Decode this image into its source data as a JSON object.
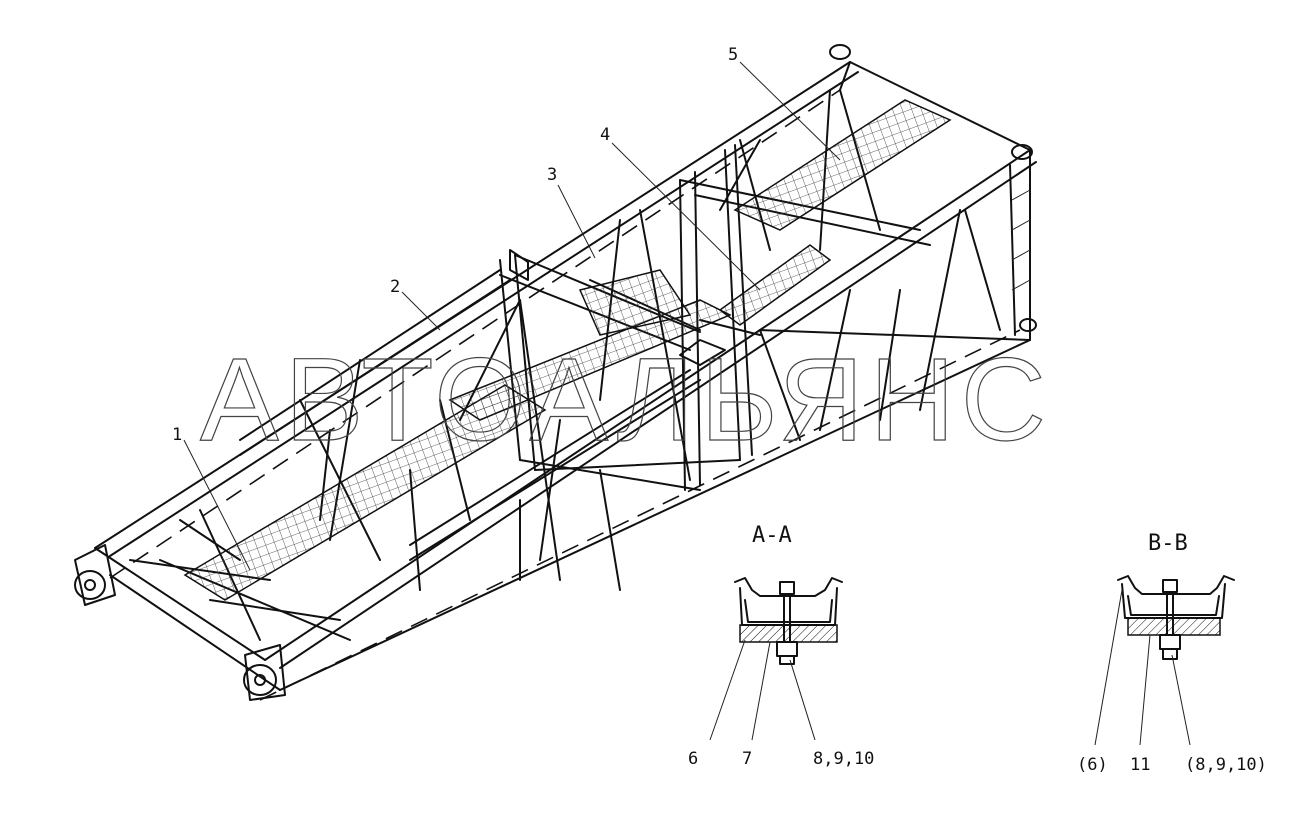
{
  "watermark": "АВТОАЛЬЯНС",
  "callouts": {
    "c1": "1",
    "c2": "2",
    "c3": "3",
    "c4": "4",
    "c5": "5"
  },
  "section_aa": {
    "title": "A-A",
    "labels": [
      "6",
      "7",
      "8,9,10"
    ]
  },
  "section_bb": {
    "title": "B-B",
    "labels": [
      "(6)",
      "11",
      "(8,9,10)"
    ]
  }
}
